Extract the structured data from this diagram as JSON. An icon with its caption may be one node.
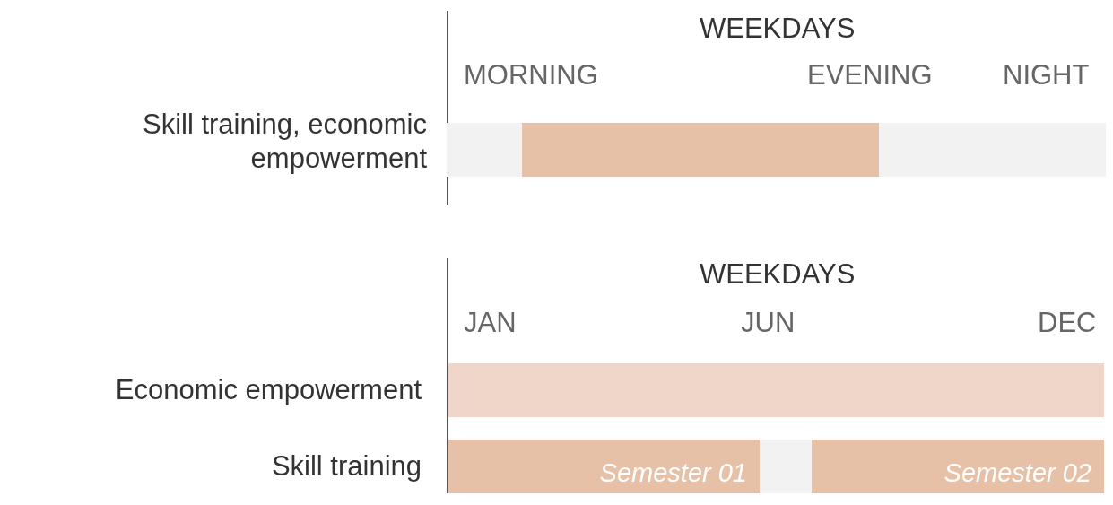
{
  "diagram": {
    "nodes": [
      {
        "text": [],
        "shape": "bar"
      },
      {
        "text": [],
        "shape": "bar",
        "in": 0
      },
      {
        "text": [],
        "shape": "bar"
      },
      {
        "text": [],
        "shape": "bar"
      },
      {
        "text": [
          "Semester 01"
        ],
        "in": 3
      },
      {
        "text": [
          "Semester 02"
        ],
        "in": 3
      }
    ],
    "edges": [],
    "labels": [
      "WEEKDAYS",
      "MORNING",
      "EVENING",
      "NIGHT",
      "Skill training, economic empowerment",
      "WEEKDAYS",
      "JAN",
      "JUN",
      "DEC",
      "Economic empowerment",
      "Skill training"
    ]
  }
}
